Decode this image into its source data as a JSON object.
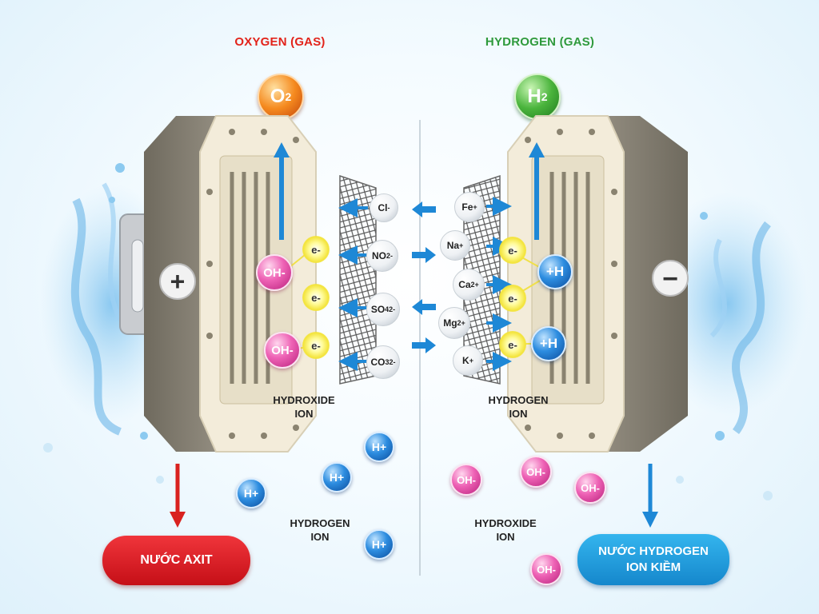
{
  "top": {
    "oxygen_title": "OXYGEN (GAS)",
    "hydrogen_title": "HYDROGEN (GAS)",
    "o2": "O",
    "o2_sub": "2",
    "h2": "H",
    "h2_sub": "2"
  },
  "electrodes": {
    "anode_sign": "+",
    "cathode_sign": "−"
  },
  "left_inner": {
    "oh_1": "OH-",
    "oh_2": "OH-",
    "electron": "e-",
    "label_line1": "HYDROXIDE",
    "label_line2": "ION"
  },
  "anions": [
    {
      "base": "Cl",
      "sub": "",
      "sup": "-"
    },
    {
      "base": "NO",
      "sub": "2",
      "sup": "-"
    },
    {
      "base": "SO",
      "sub": "4",
      "sup": "2-"
    },
    {
      "base": "CO",
      "sub": "3",
      "sup": "2-"
    }
  ],
  "cations": [
    {
      "base": "Fe",
      "sup": "+"
    },
    {
      "base": "Na",
      "sup": "+"
    },
    {
      "base": "Ca",
      "sup": "2+"
    },
    {
      "base": "Mg",
      "sup": "2+"
    },
    {
      "base": "K",
      "sup": "+"
    }
  ],
  "right_inner": {
    "h_1": "+H",
    "h_2": "+H",
    "electron": "e-",
    "label_line1": "HYDROGEN",
    "label_line2": "ION"
  },
  "bottom_left": {
    "h_ion": "H+",
    "label_line1": "HYDROGEN",
    "label_line2": "ION",
    "result": "NƯỚC AXIT"
  },
  "bottom_right": {
    "oh_ion": "OH-",
    "label_line1": "HYDROXIDE",
    "label_line2": "ION",
    "result_line1": "NƯỚC HYDROGEN",
    "result_line2": "ION KIỀM"
  },
  "colors": {
    "oxygen": "#e2231a",
    "hydrogen": "#2f9a3c",
    "arrow_blue": "#1e88d6",
    "arrow_red": "#d9221f",
    "acid_pill": "#d9141c",
    "alkaline_pill": "#1b9fe0",
    "electrode_body": "#8b8577",
    "electrode_frame": "#f3ecda"
  }
}
